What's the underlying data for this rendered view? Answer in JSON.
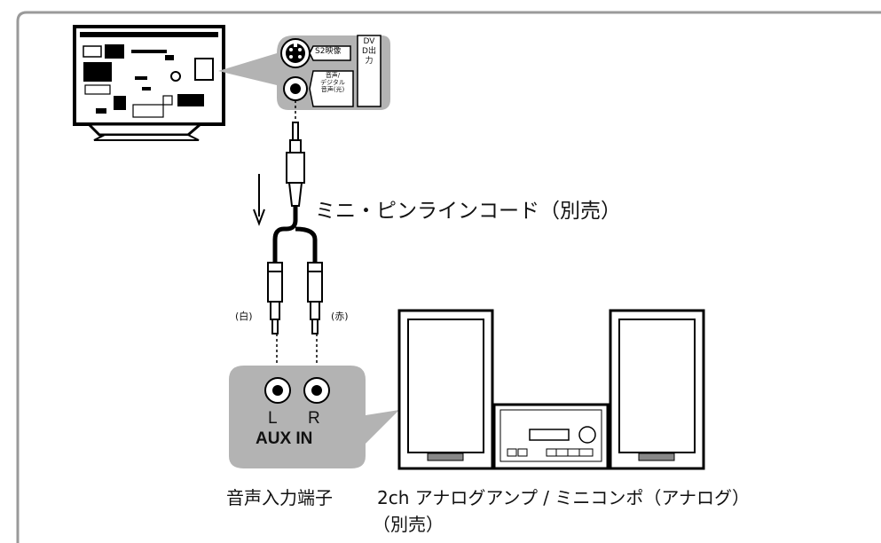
{
  "tv_ports": {
    "s2_label": "S2映像",
    "audio_label": "音声/\nデジタル\n音声(光)",
    "dvd_label": "DVD出力"
  },
  "cable": {
    "label": "ミニ・ピンラインコード（別売）",
    "white_plug_label": "(白)",
    "red_plug_label": "(赤)"
  },
  "jacks": {
    "left_label": "L",
    "right_label": "R",
    "input_label": "AUX IN"
  },
  "captions": {
    "terminal": "音声入力端子",
    "device": "2ch アナログアンプ / ミニコンポ（アナログ）",
    "device_sub": "（別売）"
  },
  "colors": {
    "frame_border": "#9a9a9a",
    "callout_gray": "#b3b3b3",
    "line": "#000000"
  }
}
